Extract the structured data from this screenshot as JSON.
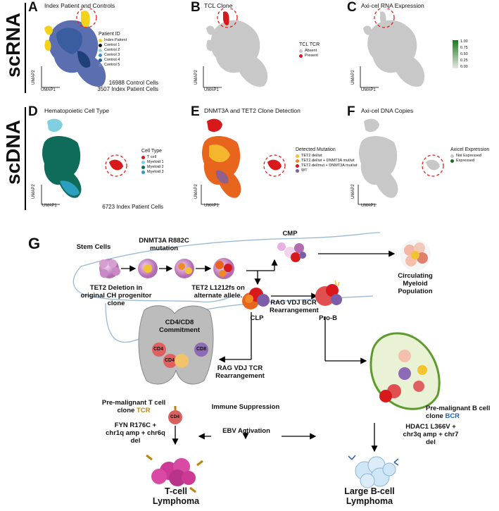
{
  "side_labels": {
    "top": "scRNA",
    "bottom": "scDNA"
  },
  "panels": {
    "A": {
      "letter": "A",
      "title": "Index Patient and Controls",
      "legend_title": "Patient ID",
      "legend": [
        {
          "label": "Index Patient",
          "color": "#f2d21b"
        },
        {
          "label": "Control 1",
          "color": "#111111"
        },
        {
          "label": "Control 2",
          "color": "#9bd3e3"
        },
        {
          "label": "Control 3",
          "color": "#3a8ec3"
        },
        {
          "label": "Control 4",
          "color": "#1f5fa0"
        },
        {
          "label": "Control 5",
          "color": "#6f7fc0"
        }
      ],
      "count1": "16988 Control Cells",
      "count2": "3507 Index Patient Cells"
    },
    "B": {
      "letter": "B",
      "title": "TCL Clone",
      "legend_title": "TCL TCR",
      "legend": [
        {
          "label": "Absent",
          "color": "#c8c8c8"
        },
        {
          "label": "Present",
          "color": "#d7191c"
        }
      ]
    },
    "C": {
      "letter": "C",
      "title": "Axi-cel RNA Expression",
      "scale": [
        "1.00",
        "0.75",
        "0.50",
        "0.25",
        "0.00"
      ]
    },
    "D": {
      "letter": "D",
      "title": "Hematopoietic Cell Type",
      "legend_title": "Cell Type",
      "legend": [
        {
          "label": "T cell",
          "color": "#d7191c"
        },
        {
          "label": "Myeloid 1",
          "color": "#7fcfe0"
        },
        {
          "label": "Myeloid 2",
          "color": "#0f6b5a"
        },
        {
          "label": "Myeloid 3",
          "color": "#2a9fbf"
        }
      ],
      "count": "6723 Index Patient Cells"
    },
    "E": {
      "letter": "E",
      "title": "DNMT3A and TET2 Clone Detection",
      "legend_title": "Detected Mutation",
      "legend": [
        {
          "label": "TET2 del/wt",
          "color": "#f4c430"
        },
        {
          "label": "TET2 del/wt + DNMT3A mut/wt",
          "color": "#f08a24"
        },
        {
          "label": "TET2 del/mut + DNMT3A mut/wt",
          "color": "#d7191c"
        },
        {
          "label": "WT",
          "color": "#7b5ea7"
        }
      ]
    },
    "F": {
      "letter": "F",
      "title": "Axi-cel DNA Copies",
      "legend_title": "Axicel Expression",
      "legend": [
        {
          "label": "Not Expressed",
          "color": "#c8c8c8"
        },
        {
          "label": "Expressed",
          "color": "#1a6b2a"
        }
      ]
    }
  },
  "axes": {
    "x": "UMAP1",
    "y": "UMAP2"
  },
  "G": {
    "letter": "G",
    "stem_cells": "Stem Cells",
    "dnmt3a": "DNMT3A R882C mutation",
    "tet2_del": "TET2 Deletion in original CH progenitor clone",
    "tet2_l1212": "TET2 L1212fs on alternate allele.",
    "cmp": "CMP",
    "circulating": "Circulating Myeloid Population",
    "clp": "CLP",
    "rag_bcr": "RAG VDJ BCR Rearrangement",
    "prob": "Pro-B",
    "cd4cd8": "CD4/CD8 Commitment",
    "cd4": "CD4",
    "cd8": "CD8",
    "rag_tcr": "RAG VDJ TCR Rearrangement",
    "premal_t_a": "Pre-malignant T cell clone",
    "tcr": "TCR",
    "premal_b_a": "Pre-malignant B cell clone",
    "bcr": "BCR",
    "immune": "Immune Suppression",
    "ebv": "EBV Activation",
    "fyn": "FYN R176C + chr1q amp + chr6q del",
    "hdac1": "HDAC1 L366V + chr3q amp + chr7 del",
    "tcl": "T-cell Lymphoma",
    "lbcl": "Large B-cell Lymphoma"
  },
  "colors": {
    "accent_gold": "#b8860b",
    "accent_blue": "#1f5fc0",
    "circle_red": "#e0201c"
  }
}
